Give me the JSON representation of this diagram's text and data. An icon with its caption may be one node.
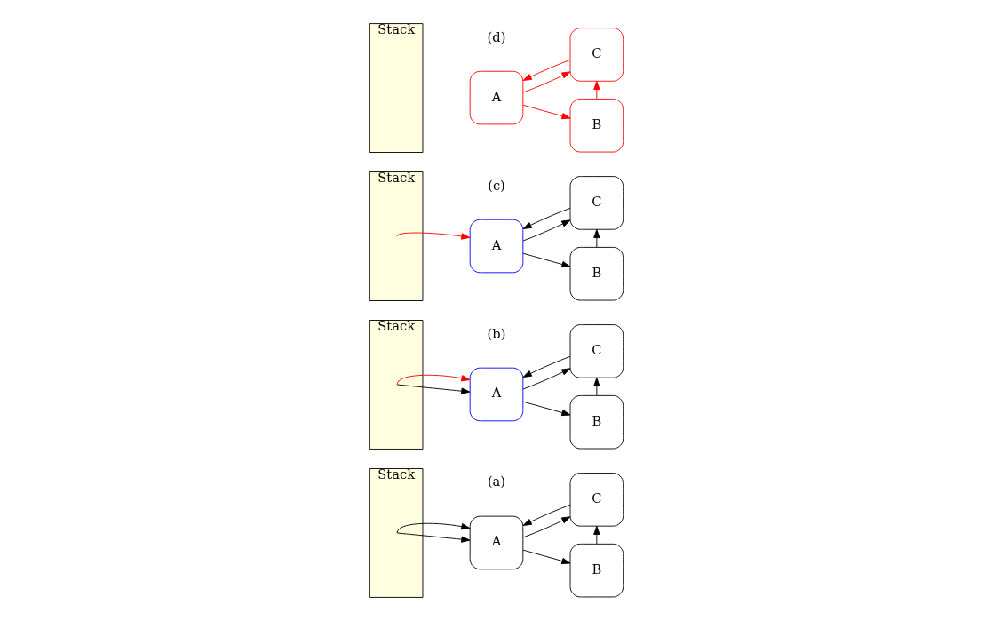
{
  "diagram": {
    "nodes": [
      {
        "text": [
          "Stack"
        ]
      },
      {
        "text": [
          "A"
        ]
      },
      {
        "text": [
          "B"
        ]
      },
      {
        "text": [
          "C"
        ]
      },
      {
        "text": [
          "Stack"
        ]
      },
      {
        "text": [
          "A"
        ]
      },
      {
        "text": [
          "B"
        ]
      },
      {
        "text": [
          "C"
        ]
      },
      {
        "text": [
          "Stack"
        ]
      },
      {
        "text": [
          "A"
        ]
      },
      {
        "text": [
          "B"
        ]
      },
      {
        "text": [
          "C"
        ]
      },
      {
        "text": [
          "Stack"
        ]
      },
      {
        "text": [
          "A"
        ]
      },
      {
        "text": [
          "B"
        ]
      },
      {
        "text": [
          "C"
        ]
      }
    ],
    "edges": [
      {
        "from": 0,
        "to": 1,
        "arrow": "to"
      },
      {
        "from": 0,
        "to": 1,
        "arrow": "to"
      },
      {
        "from": 1,
        "to": 2,
        "arrow": "to"
      },
      {
        "from": 2,
        "to": 3,
        "arrow": "to"
      },
      {
        "from": 3,
        "to": 1,
        "arrow": "to"
      },
      {
        "from": 1,
        "to": 3,
        "arrow": "to"
      },
      {
        "from": 4,
        "to": 5,
        "arrow": "to"
      },
      {
        "from": 4,
        "to": 5,
        "arrow": "to",
        "color": "#ff0000"
      },
      {
        "from": 5,
        "to": 6,
        "arrow": "to"
      },
      {
        "from": 6,
        "to": 7,
        "arrow": "to"
      },
      {
        "from": 7,
        "to": 5,
        "arrow": "to"
      },
      {
        "from": 5,
        "to": 7,
        "arrow": "to"
      },
      {
        "from": 8,
        "to": 9,
        "arrow": "to",
        "color": "#ff0000"
      },
      {
        "from": 9,
        "to": 10,
        "arrow": "to"
      },
      {
        "from": 10,
        "to": 11,
        "arrow": "to"
      },
      {
        "from": 11,
        "to": 9,
        "arrow": "to"
      },
      {
        "from": 9,
        "to": 11,
        "arrow": "to"
      },
      {
        "from": 13,
        "to": 14,
        "arrow": "to",
        "color": "#ff0000"
      },
      {
        "from": 14,
        "to": 15,
        "arrow": "to",
        "color": "#ff0000"
      },
      {
        "from": 15,
        "to": 13,
        "arrow": "to",
        "color": "#ff0000"
      },
      {
        "from": 13,
        "to": 15,
        "arrow": "to",
        "color": "#ff0000"
      }
    ],
    "labels": [
      "(a)",
      "(b)",
      "(c)",
      "(d)"
    ]
  }
}
